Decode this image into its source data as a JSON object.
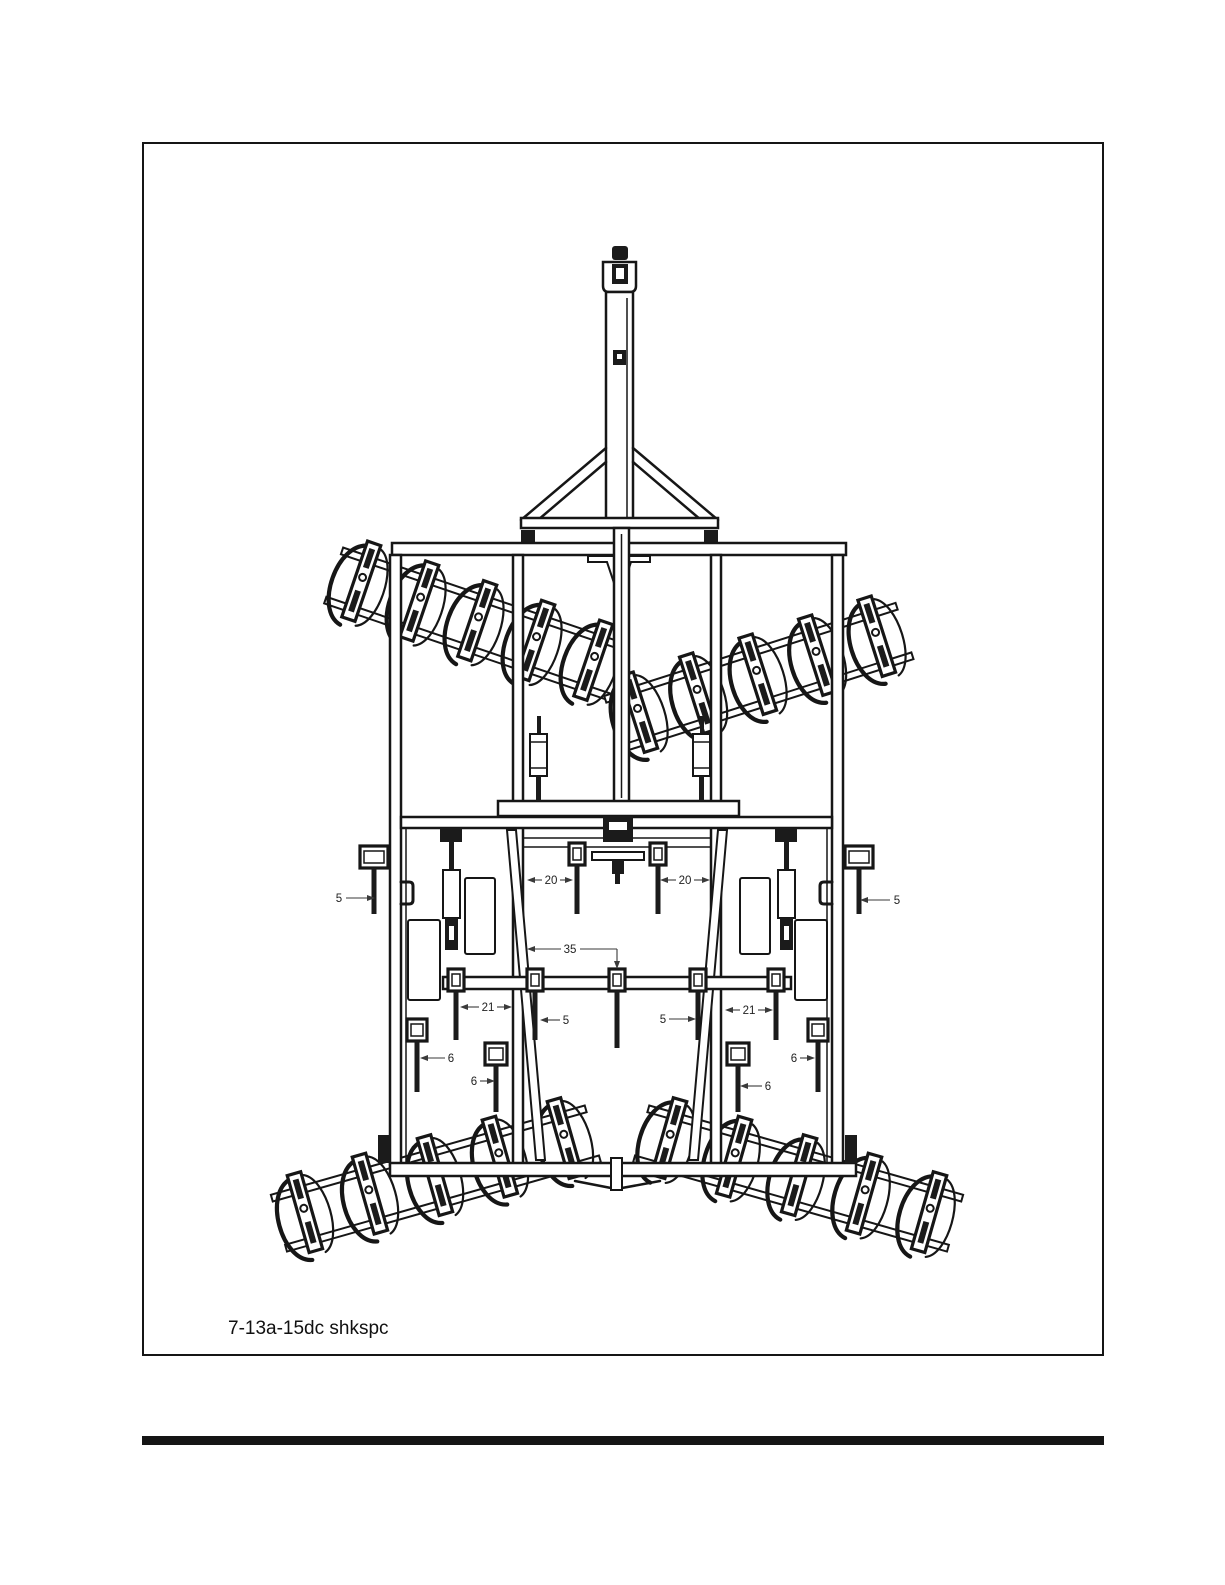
{
  "figure": {
    "caption": "7-13a-15dc shkspc",
    "callouts": [
      "5",
      "5",
      "20",
      "20",
      "35",
      "21",
      "21",
      "5",
      "5",
      "6",
      "6",
      "6",
      "6"
    ]
  }
}
